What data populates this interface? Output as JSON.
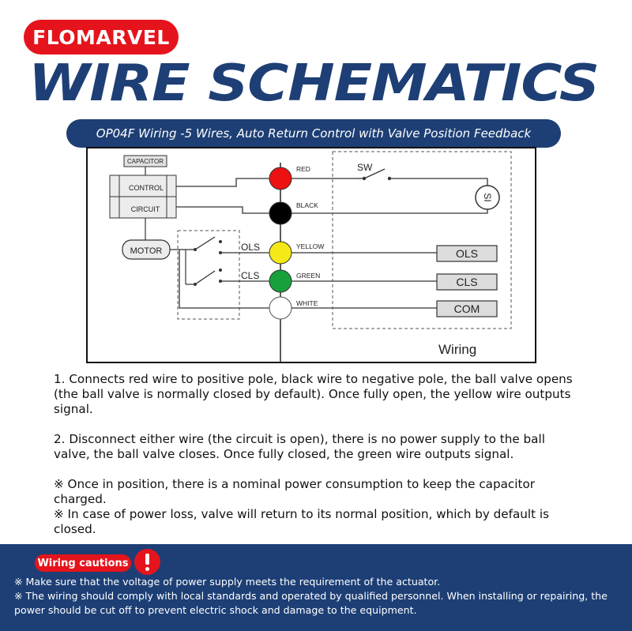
{
  "brand": "FLOMARVEL",
  "title": "WIRE SCHEMATICS",
  "subtitle": "OP04F Wiring -5 Wires, Auto Return Control with Valve Position Feedback",
  "schematic": {
    "labels": {
      "capacitor": "CAPACITOR",
      "control": "CONTROL",
      "circuit": "CIRCUIT",
      "motor": "MOTOR",
      "ols_switch": "OLS",
      "cls_switch": "CLS",
      "sw": "SW",
      "si": "SI",
      "caption": "Wiring"
    },
    "wires": [
      {
        "name": "RED",
        "color": "#ee1111"
      },
      {
        "name": "BLACK",
        "color": "#000000"
      },
      {
        "name": "YELLOW",
        "color": "#f5ea17"
      },
      {
        "name": "GREEN",
        "color": "#17a03b"
      },
      {
        "name": "WHITE",
        "color": "#ffffff"
      }
    ],
    "terminals": [
      "OLS",
      "CLS",
      "COM"
    ]
  },
  "notes": {
    "n1": "1. Connects red wire to positive pole, black wire to negative pole, the ball valve opens (the ball valve is normally closed by default). Once fully open, the yellow wire outputs signal.",
    "n2": "2. Disconnect either wire (the circuit is open), there is no power supply to the ball valve, the ball valve closes. Once fully closed, the green wire outputs signal.",
    "n3": "※ Once in position, there is a nominal power consumption to keep the capacitor charged.",
    "n4": "※ In case of power loss, valve will return to its normal position, which by default is closed."
  },
  "cautions": {
    "label": "Wiring cautions",
    "items": [
      "※ Make sure that the voltage of power supply meets the requirement of the actuator.",
      "※ The wiring should comply with local standards and operated by qualified personnel. When installing or repairing, the power should be cut off to prevent electric shock and damage to the equipment."
    ]
  },
  "colors": {
    "brand_red": "#e5141c",
    "navy": "#1d3f75"
  }
}
